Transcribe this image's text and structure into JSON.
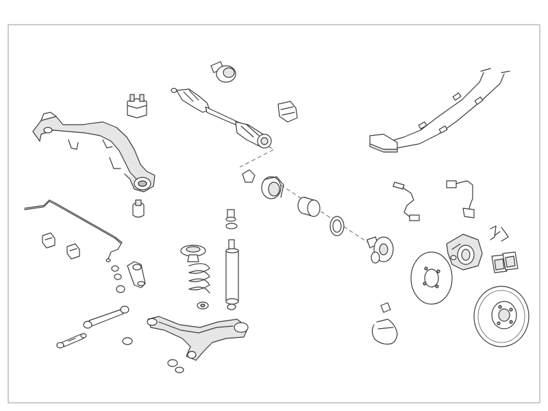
{
  "diagram": {
    "type": "exploded-parts-view",
    "colors": {
      "background": "#ffffff",
      "outline": "#3a3a3a",
      "shade": "#e6e6e6",
      "frame": "#9a9a9a"
    },
    "parts": [
      "rear-axle-carrier",
      "subframe-mount-bushing",
      "rubber-bushing",
      "anti-roll-bar",
      "anti-roll-bar-bushings",
      "stabilizer-link",
      "tie-rod",
      "toe-link",
      "drive-shaft",
      "cv-joint-nut",
      "cv-boot",
      "coil-spring",
      "spring-seat",
      "shock-absorber",
      "bump-stop",
      "lower-control-arm",
      "wheel-hub",
      "wheel-bearing",
      "abs-ring",
      "hub-flange",
      "brake-hose",
      "abs-sensor",
      "handbrake-cables",
      "brake-caliper",
      "brake-pads",
      "pad-clips",
      "brake-disc-shield",
      "brake-disc",
      "parking-brake-shoes"
    ]
  }
}
